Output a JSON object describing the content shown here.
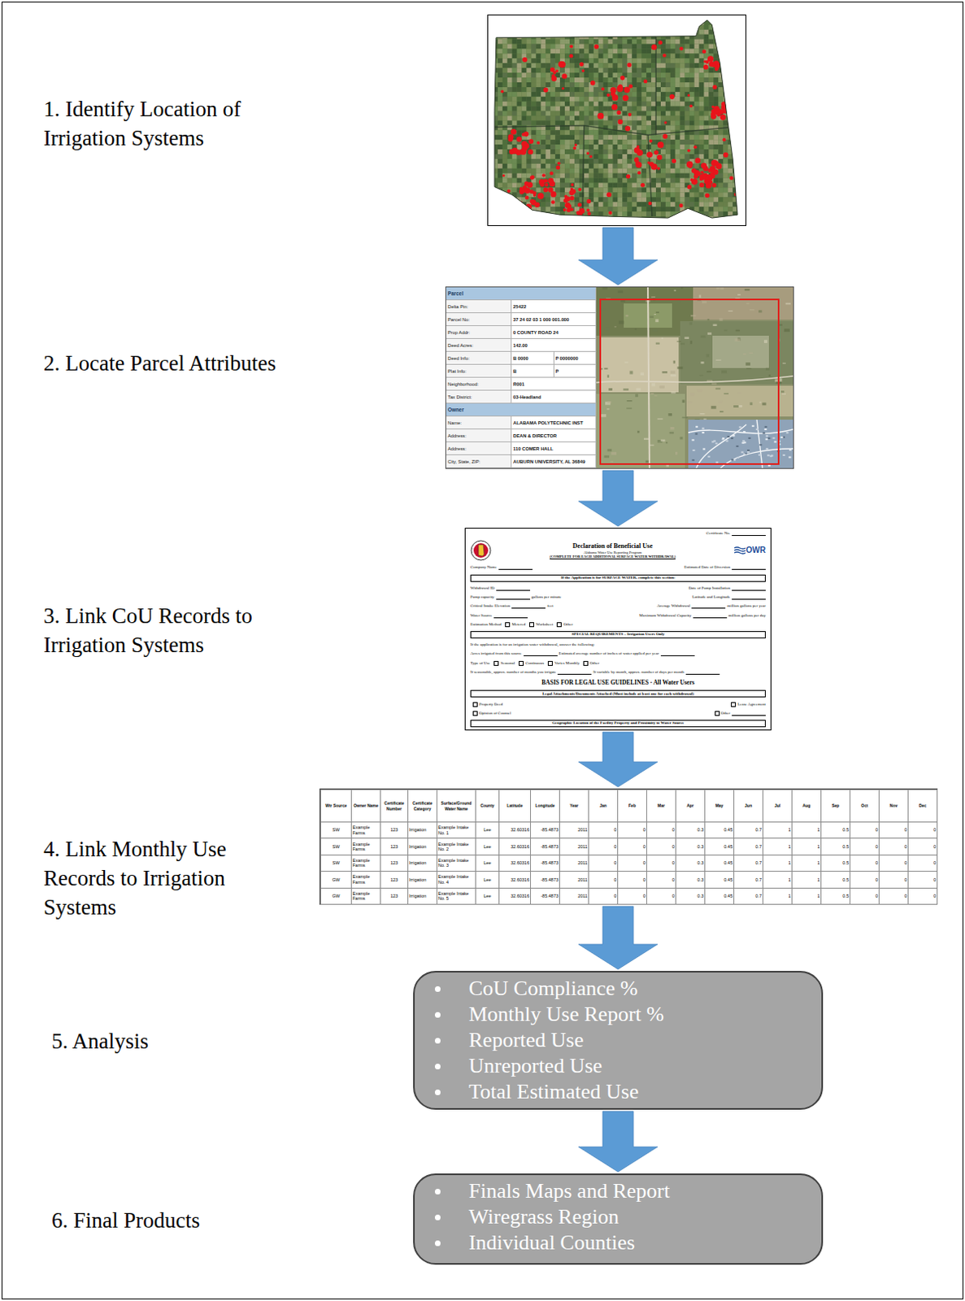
{
  "diagram": {
    "nodes": [
      {
        "text": [
          "1. Identify Location of Irrigation Systems"
        ]
      },
      {
        "text": [
          "2. Locate Parcel Attributes"
        ]
      },
      {
        "text": [
          "3. Link CoU Records to Irrigation Systems"
        ]
      },
      {
        "text": [
          "4. Link Monthly Use Records to Irrigation Systems"
        ]
      },
      {
        "text": [
          "5. Analysis",
          "CoU Compliance %",
          "Monthly Use Report %",
          "Reported Use",
          "Unreported Use",
          "Total Estimated Use"
        ]
      },
      {
        "text": [
          "6. Final Products",
          "Finals Maps and Report",
          "Wiregrass Region",
          "Individual Counties"
        ]
      }
    ],
    "edges": [
      {
        "from": 0,
        "to": 1,
        "arrow": "to"
      },
      {
        "from": 1,
        "to": 2,
        "arrow": "to"
      },
      {
        "from": 2,
        "to": 3,
        "arrow": "to"
      },
      {
        "from": 3,
        "to": 4,
        "arrow": "to"
      },
      {
        "from": 4,
        "to": 5,
        "arrow": "to"
      }
    ],
    "labels": [
      "Parcel",
      "Delta Pin:",
      "25422",
      "Parcel No:",
      "37 24 02 03 1 000 001.000",
      "Prop Addr:",
      "0 COUNTY ROAD 24",
      "Deed Acres:",
      "142.00",
      "Deed Info:",
      "B 0000",
      "P 0000000",
      "Plat Info:",
      "B",
      "P",
      "Neighborhood:",
      "R001",
      "Tax District:",
      "03-Headland",
      "Owner",
      "Name:",
      "ALABAMA POLYTECHNIC INST",
      "Address:",
      "DEAN & DIRECTOR",
      "Address:",
      "110 COMER HALL",
      "City, State, ZIP:",
      "AUBURN UNIVERSITY, AL 36849",
      "Certificate No.",
      "Declaration of Beneficial Use",
      "Alabama Water Use Reporting Program",
      "(COMPLETE FOR EACH ADDITIONAL SURFACE WATER WITHDRAWAL)",
      "OWR",
      "Company Name",
      "Estimated Date of Diversion",
      "If the Application is for SURFACE WATER, complete this section:",
      "Withdrawal ID",
      "Date of Pump Installation",
      "Pump capacity",
      "gallons per minute",
      "Latitude and Longitude",
      "Critical Intake Elevation",
      "feet",
      "Average Withdrawal",
      "million gallons per year",
      "Water Source",
      "Maximum Withdrawal Capacity",
      "million gallons per day",
      "Estimation Method",
      "Metered",
      "Worksheet",
      "Other",
      "SPECIAL REQUIREMENTS – Irrigation Users Only",
      "If the application is for an irrigation water withdrawal, answer the following:",
      "Acres irrigated from this source",
      "Estimated average number of inches of water applied per year",
      "Type of Use",
      "Seasonal",
      "Continuous",
      "Varies Monthly",
      "Other",
      "If seasonable, approx. number of months you irrigate",
      "If variable by month, approx. number of days per month",
      "BASIS FOR LEGAL USE GUIDELINES - All Water Users",
      "Legal Attachments/Documents Attached (Must include at least one for each withdrawal)",
      "Property Deed",
      "Lease Agreement",
      "Opinion of Counsel",
      "Other",
      "Geographic Location of the Facility Property and Proximity to Water Source",
      "Wtr Source",
      "Owner Name",
      "Certificate Number",
      "Certificate Category",
      "Surface/Ground Water Name",
      "County",
      "Latitude",
      "Longitude",
      "Year",
      "Jan",
      "Feb",
      "Mar",
      "Apr",
      "May",
      "Jun",
      "Jul",
      "Aug",
      "Sep",
      "Oct",
      "Nov",
      "Dec",
      "SW",
      "Example Farms",
      "123",
      "Irrigation",
      "Example Intake No. 1",
      "Lee",
      "32.60316",
      "-85.4873",
      "2011",
      "0",
      "0",
      "0",
      "0.3",
      "0.45",
      "0.7",
      "1",
      "1",
      "0.5",
      "0",
      "0",
      "0",
      "SW",
      "Example Farms",
      "123",
      "Irrigation",
      "Example Intake No. 2",
      "Lee",
      "32.60316",
      "-85.4873",
      "2011",
      "0",
      "0",
      "0",
      "0.3",
      "0.45",
      "0.7",
      "1",
      "1",
      "0.5",
      "0",
      "0",
      "0",
      "SW",
      "Example Farms",
      "123",
      "Irrigation",
      "Example Intake No. 3",
      "Lee",
      "32.60316",
      "-85.4873",
      "2011",
      "0",
      "0",
      "0",
      "0.3",
      "0.45",
      "0.7",
      "1",
      "1",
      "0.5",
      "0",
      "0",
      "0",
      "GW",
      "Example Farms",
      "123",
      "Irrigation",
      "Example Intake No. 4",
      "Lee",
      "32.60316",
      "-85.4873",
      "2011",
      "0",
      "0",
      "0",
      "0.3",
      "0.45",
      "0.7",
      "1",
      "1",
      "0.5",
      "0",
      "0",
      "0",
      "GW",
      "Example Farms",
      "123",
      "Irrigation",
      "Example Intake No. 5",
      "Lee",
      "32.60316",
      "-85.4873",
      "2011",
      "0",
      "0",
      "0",
      "0.3",
      "0.45",
      "0.7",
      "1",
      "1",
      "0.5",
      "0",
      "0",
      "0"
    ]
  }
}
